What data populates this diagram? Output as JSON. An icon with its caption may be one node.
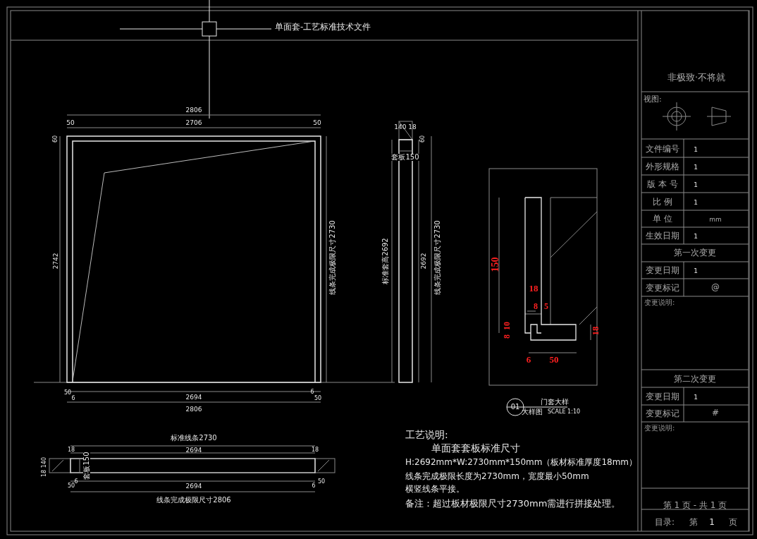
{
  "diagram": {
    "title": "单面套-工艺标准技术文件",
    "labels": [
      "2806",
      "50",
      "2706",
      "50",
      "60",
      "2742",
      "线条完成极限尺寸2730",
      "50",
      "6",
      "2694",
      "6",
      "50",
      "2806",
      "140 18",
      "60",
      "套板150",
      "标准套高2692",
      "2692",
      "线条完成极限尺寸2730",
      "150",
      "18",
      "8",
      "5",
      "10",
      "8",
      "18",
      "6",
      "50",
      "01",
      "门套大样",
      "大样图",
      "SCALE 1:10",
      "标准线条2730",
      "18",
      "2694",
      "18",
      "18 140",
      "套板150",
      "50",
      "6",
      "2694",
      "6",
      "50",
      "线条完成极限尺寸2806",
      "工艺说明:",
      "单面套套板标准尺寸",
      "H:2692mm*W:2730mm*150mm（板材标准厚度18mm）",
      "线条完成极限长度为2730mm，宽度最小50mm",
      "横竖线条平接。",
      "备注：超过板材极限尺寸2730mm需进行拼接处理。",
      "非极致·不将就",
      "视图:",
      "文件编号",
      "1",
      "外形规格",
      "1",
      "版 本 号",
      "1",
      "比 例",
      "1",
      "单 位",
      "mm",
      "生效日期",
      "1",
      "第一次变更",
      "变更日期",
      "1",
      "变更标记",
      "@",
      "变更说明:",
      "第二次变更",
      "变更日期",
      "1",
      "变更标记",
      "#",
      "变更说明:",
      "第 1 页 - 共 1 页",
      "目录:",
      "第",
      "1",
      "页"
    ]
  }
}
